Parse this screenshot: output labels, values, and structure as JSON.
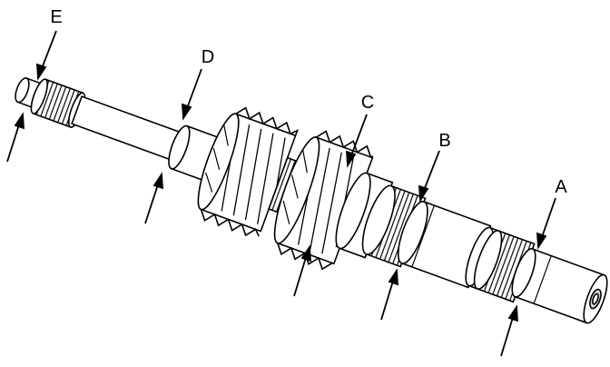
{
  "diagram": {
    "labels": {
      "a": "A",
      "b": "B",
      "c": "C",
      "d": "D",
      "e": "E"
    },
    "colors": {
      "ink": "#000000",
      "paper": "#ffffff",
      "shade": "#d9d9d9"
    }
  }
}
